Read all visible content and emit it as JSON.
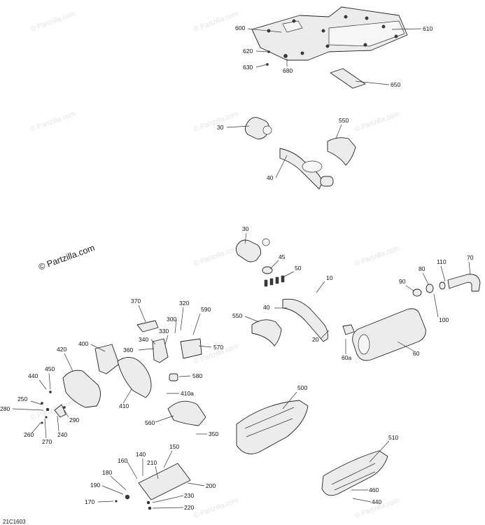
{
  "diagram": {
    "copyright": "© Partzilla.com",
    "watermark": "© Partzilla.com",
    "reference_code": "21C1603",
    "colors": {
      "ink": "#222222",
      "fill": "#ececec",
      "watermark": "#e2e2e2"
    },
    "labels": [
      "600",
      "610",
      "620",
      "630",
      "680",
      "650",
      "30",
      "550",
      "40",
      "30",
      "45",
      "50",
      "10",
      "40",
      "550",
      "20",
      "60a",
      "60",
      "90",
      "80",
      "110",
      "70",
      "100",
      "370",
      "320",
      "590",
      "300",
      "330",
      "340",
      "360",
      "570",
      "400",
      "420",
      "450",
      "440",
      "580",
      "410a",
      "410",
      "250",
      "280",
      "290",
      "260",
      "270",
      "240",
      "560",
      "350",
      "500",
      "510",
      "150",
      "140",
      "160",
      "210",
      "180",
      "200",
      "190",
      "230",
      "170",
      "220",
      "460",
      "440"
    ]
  }
}
